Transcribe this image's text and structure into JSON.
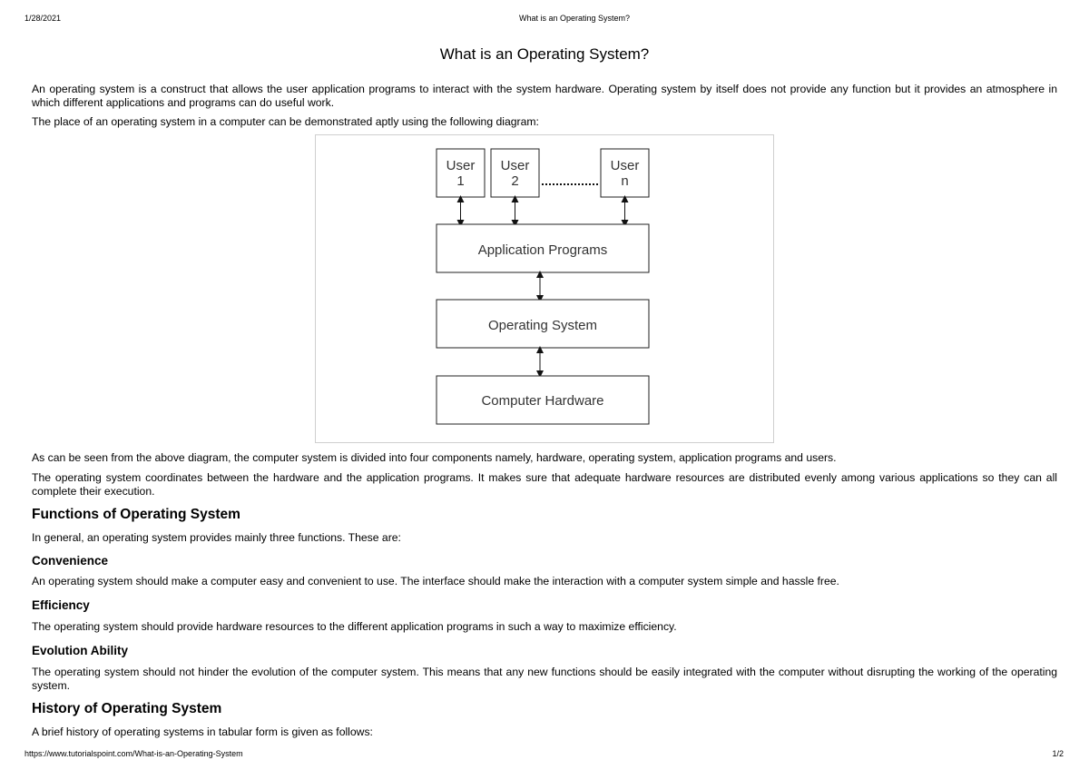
{
  "header": {
    "date": "1/28/2021",
    "title": "What is an Operating System?"
  },
  "page_title": "What is an Operating System?",
  "intro": {
    "p1": "An operating system is a construct that allows the user application programs to interact with the system hardware. Operating system by itself does not provide any function but it provides an atmosphere in which different applications and programs can do useful work.",
    "p2": "The place of an operating system in a computer can be demonstrated aptly using the following diagram:"
  },
  "diagram": {
    "users": [
      {
        "line1": "User",
        "line2": "1"
      },
      {
        "line1": "User",
        "line2": "2"
      },
      {
        "line1": "User",
        "line2": "n"
      }
    ],
    "layers": [
      "Application Programs",
      "Operating System",
      "Computer Hardware"
    ]
  },
  "after_diagram": {
    "p1": "As can be seen from the above diagram, the computer system is divided into four components namely, hardware, operating system, application programs and users.",
    "p2": "The operating system coordinates between the hardware and the application programs. It makes sure that adequate hardware resources are distributed evenly among various applications so they can all complete their execution."
  },
  "functions": {
    "heading": "Functions of Operating System",
    "intro": "In general, an operating system provides mainly three functions. These are:",
    "convenience": {
      "heading": "Convenience",
      "text": "An operating system should make a computer easy and convenient to use. The interface should make the interaction with a computer system simple and hassle free."
    },
    "efficiency": {
      "heading": "Efficiency",
      "text": "The operating system should provide hardware resources to the different application programs in such a way to maximize efficiency."
    },
    "evolution": {
      "heading": "Evolution Ability",
      "text": "The operating system should not hinder the evolution of the computer system. This means that any new functions should be easily integrated with the computer without disrupting the working of the operating system."
    }
  },
  "history": {
    "heading": "History of Operating System",
    "intro": "A brief history of operating systems in tabular form is given as follows:"
  },
  "footer": {
    "url": "https://www.tutorialspoint.com/What-is-an-Operating-System",
    "page": "1/2"
  }
}
